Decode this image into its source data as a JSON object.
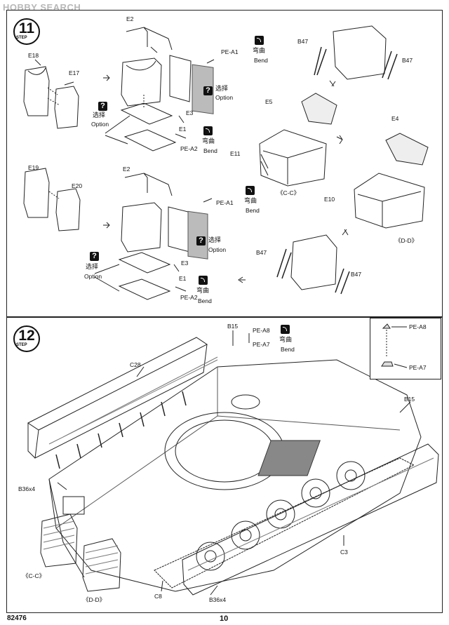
{
  "watermark": "HOBBY SEARCH",
  "footer": {
    "code": "82476",
    "page": "10"
  },
  "step11": {
    "number": "11",
    "step_word": "STEP",
    "labels": {
      "e18": "E18",
      "e17": "E17",
      "e2a": "E2",
      "pea1a": "PE-A1",
      "e3a": "E3",
      "e1a": "E1",
      "pea2a": "PE-A2",
      "e19": "E19",
      "e20": "E20",
      "e2b": "E2",
      "pea1b": "PE-A1",
      "e3b": "E3",
      "e1b": "E1",
      "pea2b": "PE-A2",
      "b47a": "B47",
      "b47b": "B47",
      "e5": "E5",
      "e11": "E11",
      "cc": "《C-C》",
      "e4": "E4",
      "e10": "E10",
      "dd": "《D-D》",
      "b47c": "B47",
      "b47d": "B47"
    },
    "notes": {
      "bend_cn": "弯曲",
      "bend_en": "Bend",
      "option_cn": "选择",
      "option_en": "Option"
    }
  },
  "step12": {
    "number": "12",
    "step_word": "STEP",
    "labels": {
      "b15a": "B15",
      "pea8": "PE-A8",
      "pea7": "PE-A7",
      "c28": "C28",
      "b15b": "B15",
      "b36a": "B36x4",
      "cc": "《C-C》",
      "dd": "《D-D》",
      "c8": "C8",
      "b36b": "B36x4",
      "c3": "C3",
      "inset_pea8": "PE-A8",
      "inset_pea7": "PE-A7"
    },
    "notes": {
      "bend_cn": "弯曲",
      "bend_en": "Bend"
    }
  }
}
